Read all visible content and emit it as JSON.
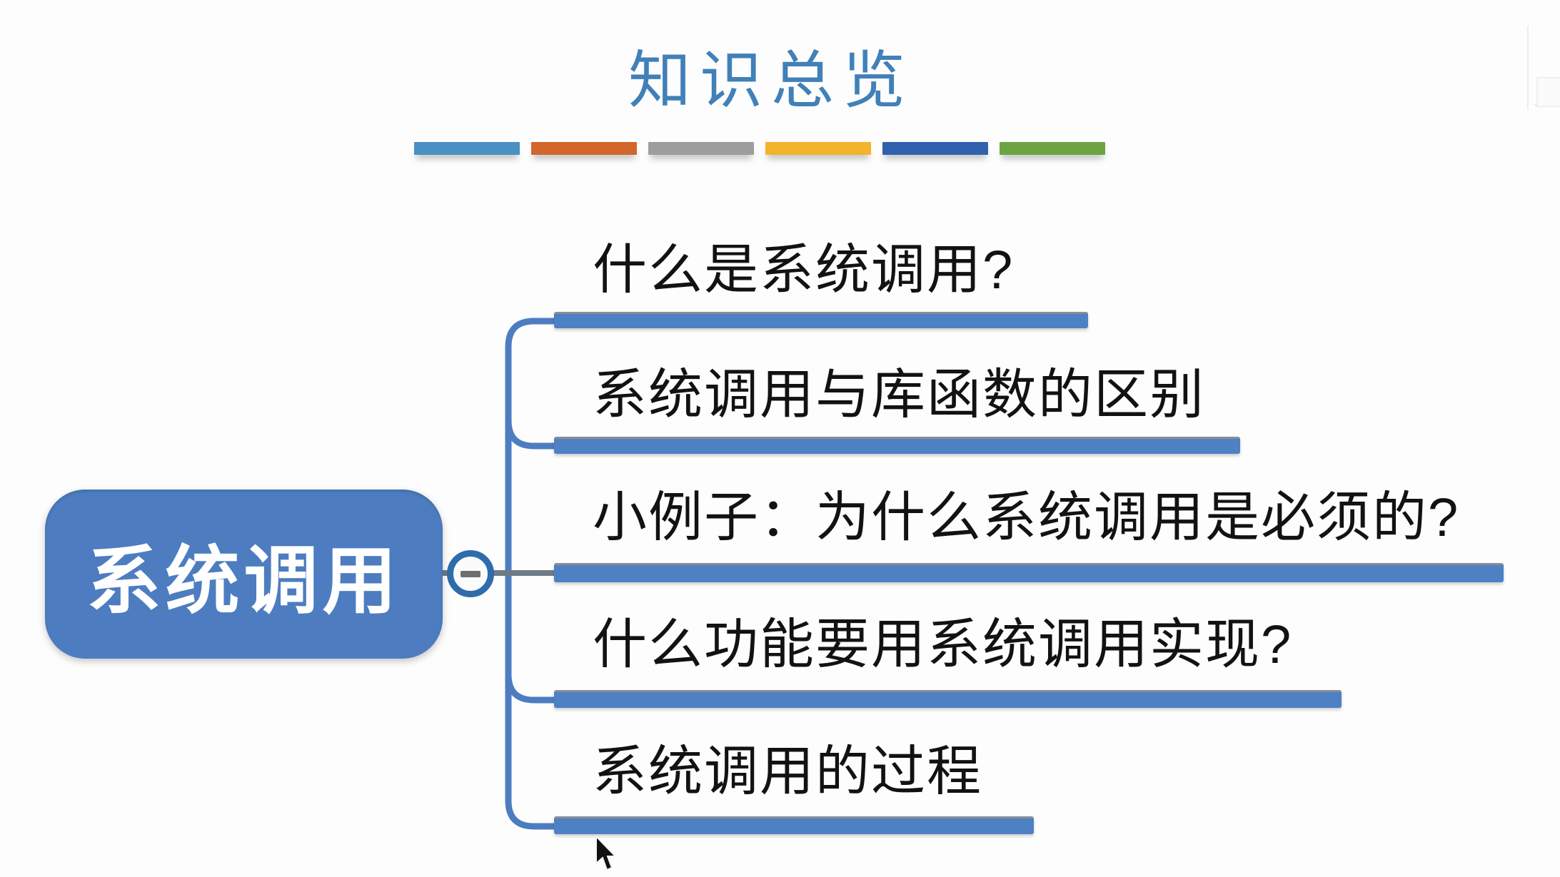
{
  "page": {
    "background_color": "#fdfdfd"
  },
  "header": {
    "title": "知识总览",
    "title_color": "#4180b8",
    "divider_colors": [
      "#4a90c4",
      "#d2662b",
      "#9d9d9d",
      "#f3b32b",
      "#3061ae",
      "#6da342"
    ]
  },
  "mindmap": {
    "root": {
      "label": "系统调用",
      "bg_color": "#4d7dc0",
      "text_color": "#ffffff"
    },
    "collapse_button": {
      "state": "expanded",
      "symbol": "minus",
      "ring_color": "#2e6cab"
    },
    "connector_color": "#4d7dc0",
    "underline_color": "#4e80c4",
    "branches": [
      {
        "label": "什么是系统调用?"
      },
      {
        "label": "系统调用与库函数的区别"
      },
      {
        "label": "小例子：为什么系统调用是必须的?"
      },
      {
        "label": "什么功能要用系统调用实现?"
      },
      {
        "label": "系统调用的过程"
      }
    ]
  }
}
